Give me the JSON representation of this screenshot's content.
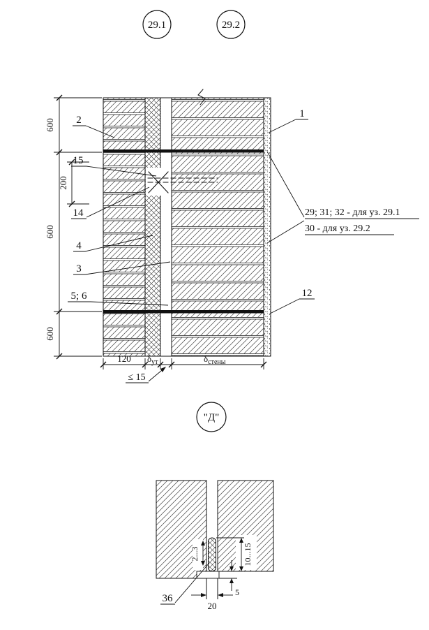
{
  "drawing": {
    "nodes": {
      "n1": "29.1",
      "n2": "29.2",
      "detail": "\"Д\""
    },
    "callouts": {
      "c1": "1",
      "c2": "2",
      "c3": "3",
      "c4": "4",
      "c5_6": "5; 6",
      "c12": "12",
      "c14": "14",
      "c15": "15",
      "c36": "36"
    },
    "notes": {
      "line1": "29; 31; 32 - для уз. 29.1",
      "line2": "30 - для уз. 29.2"
    },
    "dims": {
      "v600": [
        "600",
        "600",
        "600"
      ],
      "d200": "200",
      "d120": "120",
      "delta": "δ",
      "sub_ut": "ут",
      "sub_steny": "стены",
      "max15": "≤ 15",
      "d2_3": "2...3",
      "d10_15": "10...15",
      "d5": "5",
      "d20": "20"
    }
  }
}
